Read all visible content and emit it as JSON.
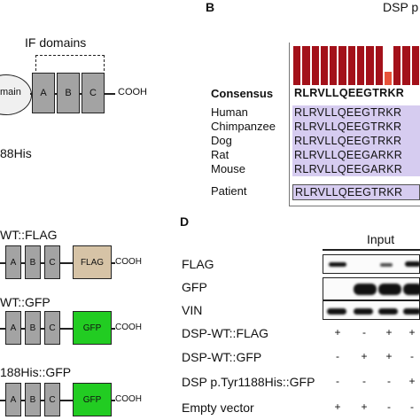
{
  "panelA": {
    "if_domains_label": "IF domains",
    "domain_fragment": "main",
    "boxes": [
      "A",
      "B",
      "C"
    ],
    "cooh": "COOH",
    "mutation_fragment": "88His"
  },
  "panelB": {
    "letter": "B",
    "title_fragment": "DSP p",
    "consensus_label": "Consensus",
    "consensus_seq": "RLRVLLQEEGTRKR",
    "species": [
      {
        "name": "Human",
        "seq": "RLRVLLQEEGTRKR"
      },
      {
        "name": "Chimpanzee",
        "seq": "RLRVLLQEEGTRKR"
      },
      {
        "name": "Dog",
        "seq": "RLRVLLQEEGTRKR"
      },
      {
        "name": "Rat",
        "seq": "RLRVLLQEEGARKR"
      },
      {
        "name": "Mouse",
        "seq": "RLRVLLQEEGARKR"
      }
    ],
    "patient_label": "Patient",
    "patient_seq": "RLRVLLQEEGTRKR",
    "conservation": [
      1,
      1,
      1,
      1,
      1,
      1,
      1,
      1,
      1,
      1,
      0.35,
      1,
      1,
      1
    ],
    "bar_color": "#a3111a",
    "bar_variant_color": "#e8533a"
  },
  "panelC": {
    "constructs": [
      {
        "label": "WT::FLAG",
        "tag": "FLAG",
        "tag_color": "#d6c3a6",
        "cooh": "COOH"
      },
      {
        "label": "WT::GFP",
        "tag": "GFP",
        "tag_color": "#22cc22",
        "cooh": "COOH"
      },
      {
        "label": "188His::GFP",
        "tag": "GFP",
        "tag_color": "#22cc22",
        "cooh": "COOH"
      }
    ]
  },
  "panelD": {
    "letter": "D",
    "input_label": "Input",
    "blots": [
      {
        "label": "FLAG"
      },
      {
        "label": "GFP"
      },
      {
        "label": "VIN"
      }
    ],
    "conditions": [
      {
        "label": "DSP-WT::FLAG",
        "marks": [
          "+",
          "-",
          "+",
          "+"
        ]
      },
      {
        "label": "DSP-WT::GFP",
        "marks": [
          "-",
          "+",
          "+",
          "-"
        ]
      },
      {
        "label": "DSP p.Tyr1188His::GFP",
        "marks": [
          "-",
          "-",
          "-",
          "+"
        ]
      },
      {
        "label": "Empty vector",
        "marks": [
          "+",
          "+",
          "-",
          "-"
        ]
      }
    ]
  }
}
